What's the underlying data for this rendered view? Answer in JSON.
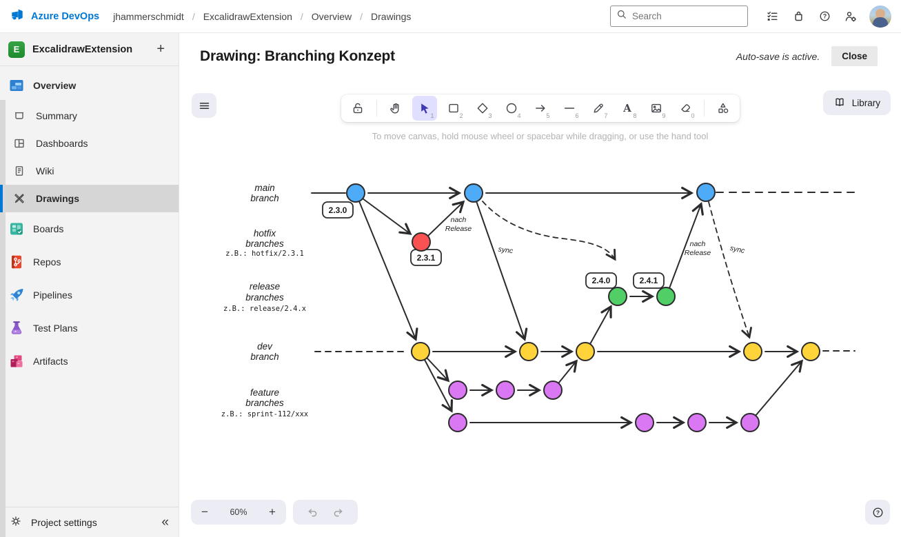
{
  "topbar": {
    "brand": "Azure DevOps",
    "breadcrumbs": [
      "jhammerschmidt",
      "ExcalidrawExtension",
      "Overview",
      "Drawings"
    ],
    "search": {
      "placeholder": "Search"
    }
  },
  "sidebar": {
    "project": {
      "initial": "E",
      "name": "ExcalidrawExtension",
      "add_label": "+"
    },
    "items": [
      {
        "label": "Overview"
      },
      {
        "label": "Summary"
      },
      {
        "label": "Dashboards"
      },
      {
        "label": "Wiki"
      },
      {
        "label": "Drawings"
      },
      {
        "label": "Boards"
      },
      {
        "label": "Repos"
      },
      {
        "label": "Pipelines"
      },
      {
        "label": "Test Plans"
      },
      {
        "label": "Artifacts"
      }
    ],
    "footer": {
      "label": "Project settings",
      "collapse_glyph": "«"
    }
  },
  "header": {
    "title": "Drawing: Branching Konzept",
    "autosave_status": "Auto-save is active.",
    "close_label": "Close"
  },
  "excalidraw": {
    "hint": "To move canvas, hold mouse wheel or spacebar while dragging, or use the hand tool",
    "library_label": "Library",
    "zoom_percent": "60%",
    "zoom_out_glyph": "−",
    "zoom_in_glyph": "+",
    "help_glyph": "?",
    "tools": [
      {
        "name": "lock",
        "shortcut": ""
      },
      {
        "name": "hand",
        "shortcut": ""
      },
      {
        "name": "selection",
        "shortcut": "1"
      },
      {
        "name": "rectangle",
        "shortcut": "2"
      },
      {
        "name": "diamond",
        "shortcut": "3"
      },
      {
        "name": "ellipse",
        "shortcut": "4"
      },
      {
        "name": "arrow",
        "shortcut": "5"
      },
      {
        "name": "line",
        "shortcut": "6"
      },
      {
        "name": "draw",
        "shortcut": "7"
      },
      {
        "name": "text",
        "shortcut": "8"
      },
      {
        "name": "image",
        "shortcut": "9"
      },
      {
        "name": "eraser",
        "shortcut": "0"
      },
      {
        "name": "shapes",
        "shortcut": ""
      }
    ]
  },
  "diagram": {
    "branches": [
      {
        "line1": "main",
        "line2": "branch",
        "example": ""
      },
      {
        "line1": "hotfix",
        "line2": "branches",
        "example": "z.B.: hotfix/2.3.1"
      },
      {
        "line1": "release",
        "line2": "branches",
        "example": "z.B.: release/2.4.x"
      },
      {
        "line1": "dev",
        "line2": "branch",
        "example": ""
      },
      {
        "line1": "feature",
        "line2": "branches",
        "example": "z.B.: sprint-112/xxx"
      }
    ],
    "tags": {
      "t230": "2.3.0",
      "t231": "2.3.1",
      "t240": "2.4.0",
      "t241": "2.4.1"
    },
    "labels": {
      "nach": "nach",
      "release": "Release",
      "sync": "sync"
    },
    "colors": {
      "main": "#4dabf7",
      "hotfix": "#fa5252",
      "release": "#51cf66",
      "dev": "#ffd43b",
      "feature": "#da77f2"
    }
  }
}
